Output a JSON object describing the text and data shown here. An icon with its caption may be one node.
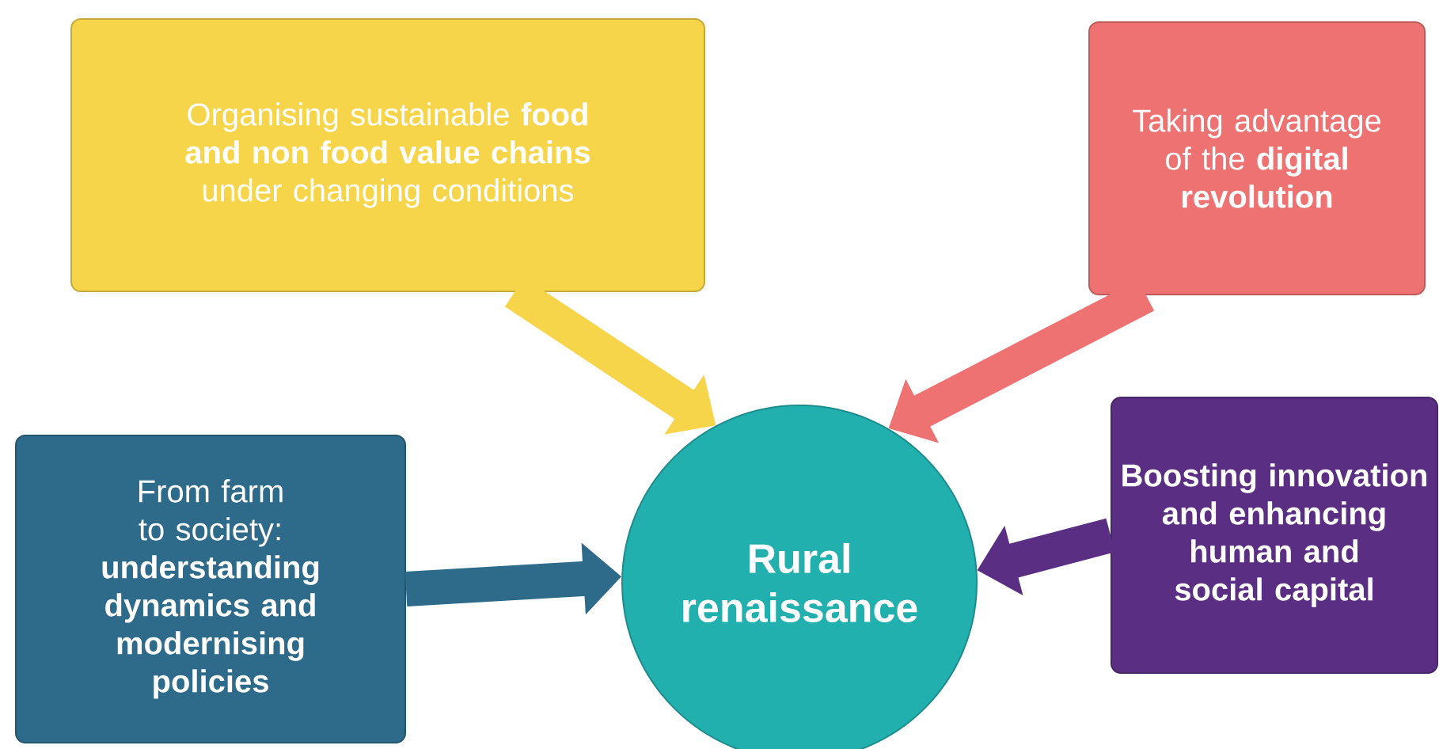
{
  "diagram": {
    "nodes": [
      {
        "text": [
          "Organising sustainable **food and non food value chains** under changing conditions"
        ]
      },
      {
        "text": [
          "Taking advantage of the **digital revolution**"
        ]
      },
      {
        "text": [
          "From farm to society: **understanding dynamics and modernising policies**"
        ]
      },
      {
        "text": [
          "Rural renaissance"
        ]
      },
      {
        "text": [
          "Boosting innovation and enhancing human and social capital"
        ]
      }
    ],
    "edges": [
      {
        "from": 0,
        "to": 3,
        "arrow": "to",
        "color": "#f7d54a"
      },
      {
        "from": 1,
        "to": 3,
        "arrow": "to",
        "color": "#ee7272"
      },
      {
        "from": 2,
        "to": 3,
        "arrow": "to",
        "color": "#2e6b8a"
      },
      {
        "from": 4,
        "to": 3,
        "arrow": "to",
        "color": "#5a2e82"
      }
    ]
  }
}
